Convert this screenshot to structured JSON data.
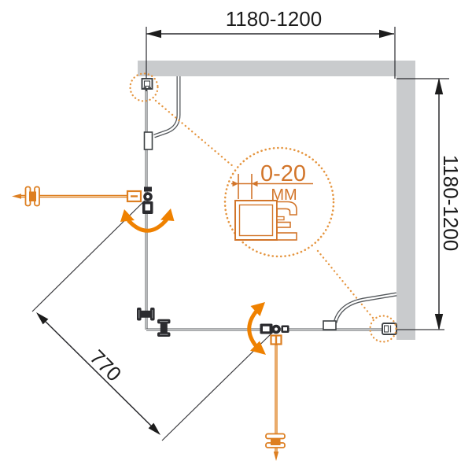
{
  "meta": {
    "title": "Shower enclosure installation diagram"
  },
  "dimensions": {
    "top_width": "1180-1200",
    "right_height": "1180-1200",
    "door_width": "770"
  },
  "detail_callout": {
    "range": "0-20",
    "unit": "ММ"
  },
  "icons": {
    "detail_circle": "magnifier-detail-callout",
    "swing_arrows": "door-swing-direction"
  },
  "colors": {
    "accent_orange": "#dd7f22",
    "arrow_orange": "#ef8100",
    "callout_orange": "#e5953f",
    "wall_gray": "#c9cbcd",
    "line_dark": "#2a2a2e",
    "glass_gray": "#4c5054"
  }
}
